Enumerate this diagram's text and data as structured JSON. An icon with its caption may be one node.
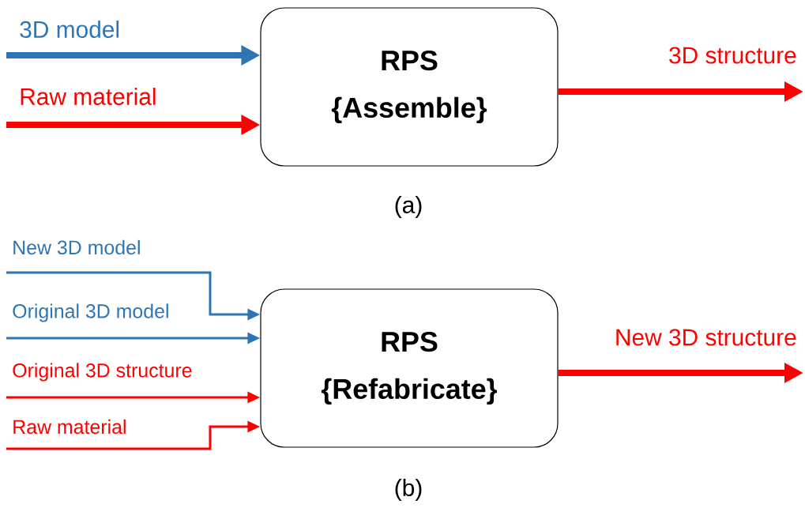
{
  "diagram": {
    "nodes": [
      {
        "text": [
          "RPS",
          "{Assemble}"
        ]
      },
      {
        "text": [
          "RPS",
          "{Refabricate}"
        ]
      }
    ],
    "edges": [
      {
        "from": null,
        "to": 0,
        "arrow": "to",
        "label": "3D model",
        "style": "thick",
        "color": "#2e75b6"
      },
      {
        "from": null,
        "to": 0,
        "arrow": "to",
        "label": "Raw material",
        "style": "thick",
        "color": "#ff0000"
      },
      {
        "from": 0,
        "to": null,
        "arrow": "to",
        "label": "3D structure",
        "style": "thick",
        "color": "#ff0000"
      },
      {
        "from": null,
        "to": 1,
        "arrow": "to",
        "label": "New 3D model",
        "color": "#2e75b6"
      },
      {
        "from": null,
        "to": 1,
        "arrow": "to",
        "label": "Original 3D model",
        "color": "#2e75b6"
      },
      {
        "from": null,
        "to": 1,
        "arrow": "to",
        "label": "Original 3D structure",
        "color": "#ff0000"
      },
      {
        "from": null,
        "to": 1,
        "arrow": "to",
        "label": "Raw material",
        "color": "#ff0000"
      },
      {
        "from": 1,
        "to": null,
        "arrow": "to",
        "label": "New 3D structure",
        "style": "thick",
        "color": "#ff0000"
      }
    ],
    "labels": [
      "(a)",
      "(b)"
    ]
  }
}
